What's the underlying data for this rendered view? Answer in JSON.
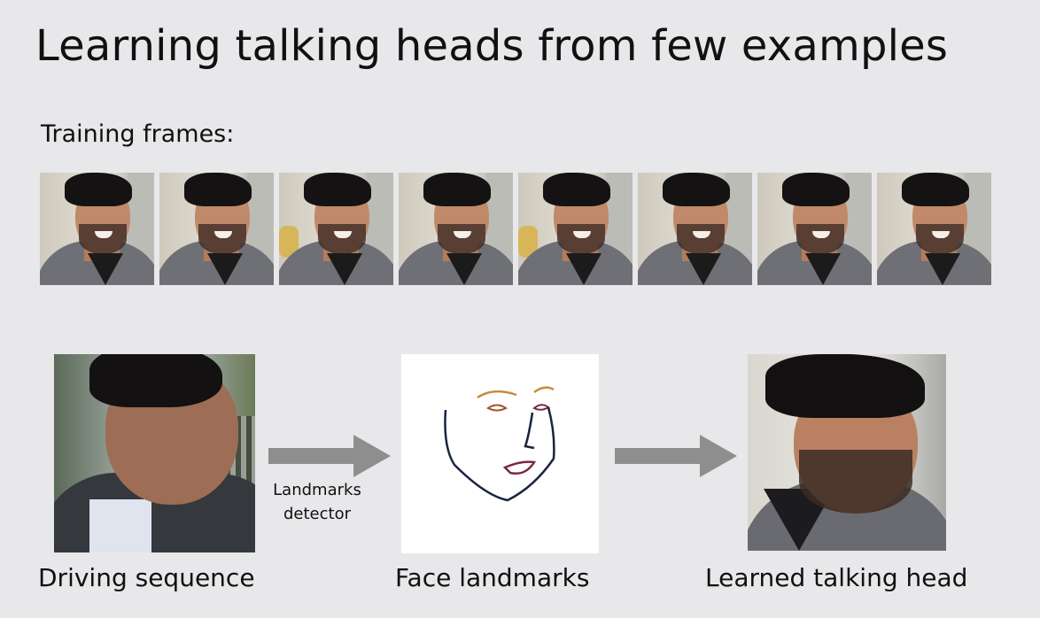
{
  "title": "Learning talking heads from few examples",
  "training": {
    "label": "Training frames:",
    "frames": [
      {
        "alt": "training frame 1"
      },
      {
        "alt": "training frame 2"
      },
      {
        "alt": "training frame 3"
      },
      {
        "alt": "training frame 4"
      },
      {
        "alt": "training frame 5"
      },
      {
        "alt": "training frame 6"
      },
      {
        "alt": "training frame 7"
      },
      {
        "alt": "training frame 8"
      }
    ]
  },
  "pipeline": {
    "driving_caption": "Driving sequence",
    "arrow_label_line1": "Landmarks",
    "arrow_label_line2": "detector",
    "landmarks_caption": "Face landmarks",
    "output_caption": "Learned talking head"
  },
  "colors": {
    "background": "#e8e7ea",
    "arrow": "#8e8e8e",
    "landmark_brows": "#c98a3a",
    "landmark_contour": "#1a2440",
    "landmark_lips": "#7a2a3e"
  }
}
